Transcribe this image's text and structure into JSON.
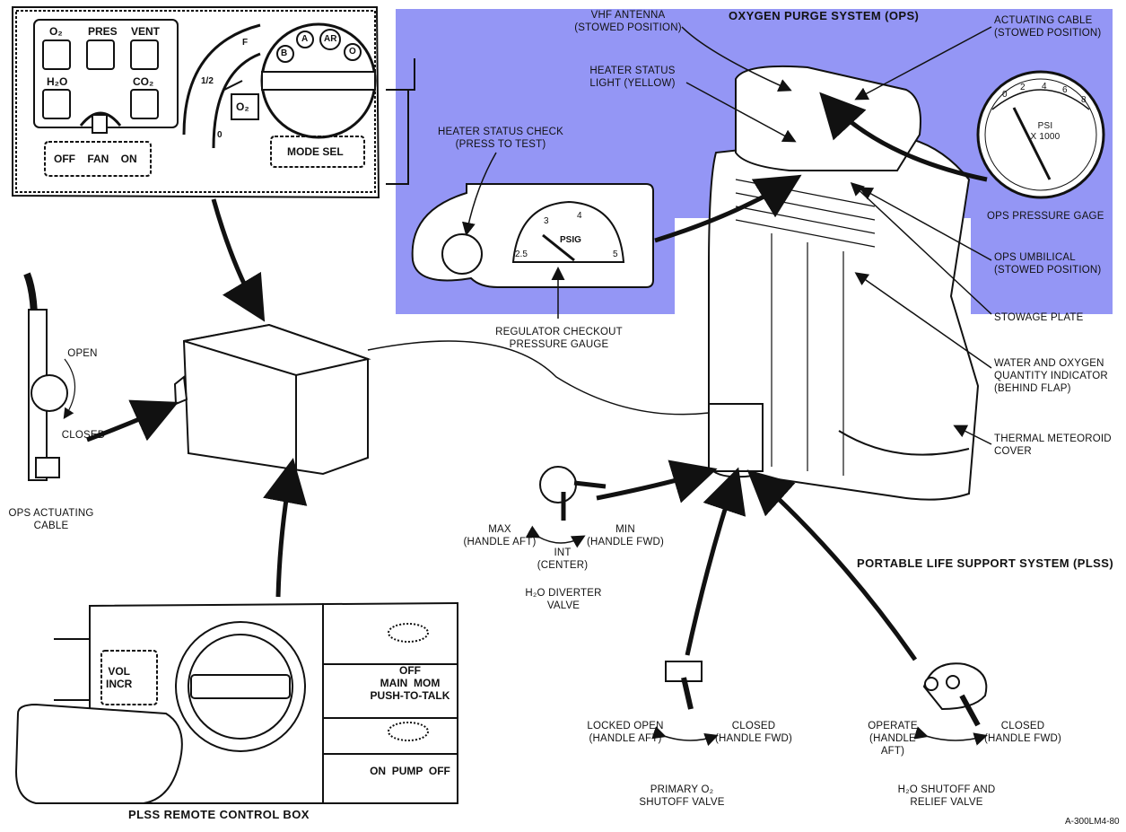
{
  "titles": {
    "ops": "OXYGEN PURGE SYSTEM (OPS)",
    "plss": "PORTABLE LIFE SUPPORT SYSTEM (PLSS)",
    "remote": "PLSS REMOTE CONTROL BOX"
  },
  "labels": {
    "vhf_antenna": "VHF ANTENNA\n(STOWED POSITION)",
    "heater_light": "HEATER STATUS\nLIGHT (YELLOW)",
    "heater_check": "HEATER STATUS CHECK\n(PRESS TO TEST)",
    "regulator_gauge": "REGULATOR CHECKOUT\nPRESSURE GAUGE",
    "actuating_cable": "ACTUATING CABLE\n(STOWED POSITION)",
    "ops_pressure_gage": "OPS PRESSURE GAGE",
    "ops_umbilical": "OPS UMBILICAL\n(STOWED POSITION)",
    "stowage_plate": "STOWAGE PLATE",
    "water_oxygen": "WATER AND OXYGEN\nQUANTITY INDICATOR\n(BEHIND FLAP)",
    "thermal_cover": "THERMAL METEOROID\nCOVER",
    "ops_actuating_cable": "OPS ACTUATING\nCABLE",
    "open": "OPEN",
    "closed": "CLOSED",
    "max": "MAX\n(HANDLE AFT)",
    "min": "MIN\n(HANDLE FWD)",
    "int": "INT\n(CENTER)",
    "h2o_diverter": "H₂O DIVERTER\nVALVE",
    "locked_open": "LOCKED OPEN\n(HANDLE AFT)",
    "closed_fwd_1": "CLOSED\n(HANDLE FWD)",
    "operate": "OPERATE\n(HANDLE AFT)",
    "closed_fwd_2": "CLOSED\n(HANDLE FWD)",
    "primary_o2": "PRIMARY O₂\nSHUTOFF VALVE",
    "h2o_shutoff": "H₂O SHUTOFF AND\nRELIEF VALVE",
    "figure_id": "A-300LM4-80"
  },
  "control_panel": {
    "o2": "O₂",
    "pres": "PRES",
    "vent": "VENT",
    "h2o": "H₂O",
    "co2": "CO₂",
    "fan": "OFF    FAN    ON",
    "mode_sel": "MODE SEL",
    "o2_button": "O₂",
    "mode_letters": [
      "B",
      "A",
      "AR",
      "O"
    ],
    "gauge_marks": [
      "F",
      "1/2",
      "0"
    ]
  },
  "ops_gage": {
    "ticks": [
      "0",
      "2",
      "4",
      "6",
      "8"
    ],
    "unit": "PSI\nX 1000"
  },
  "regulator": {
    "ticks": [
      "2.5",
      "3",
      "4",
      "5"
    ],
    "unit": "PSIG"
  },
  "remote_box": {
    "vol": "VOL\nINCR",
    "comm": "OFF\nMAIN  MOM\nPUSH-TO-TALK",
    "pump": "ON  PUMP  OFF"
  },
  "colors": {
    "highlight": "#9496f5",
    "ink": "#111111"
  }
}
